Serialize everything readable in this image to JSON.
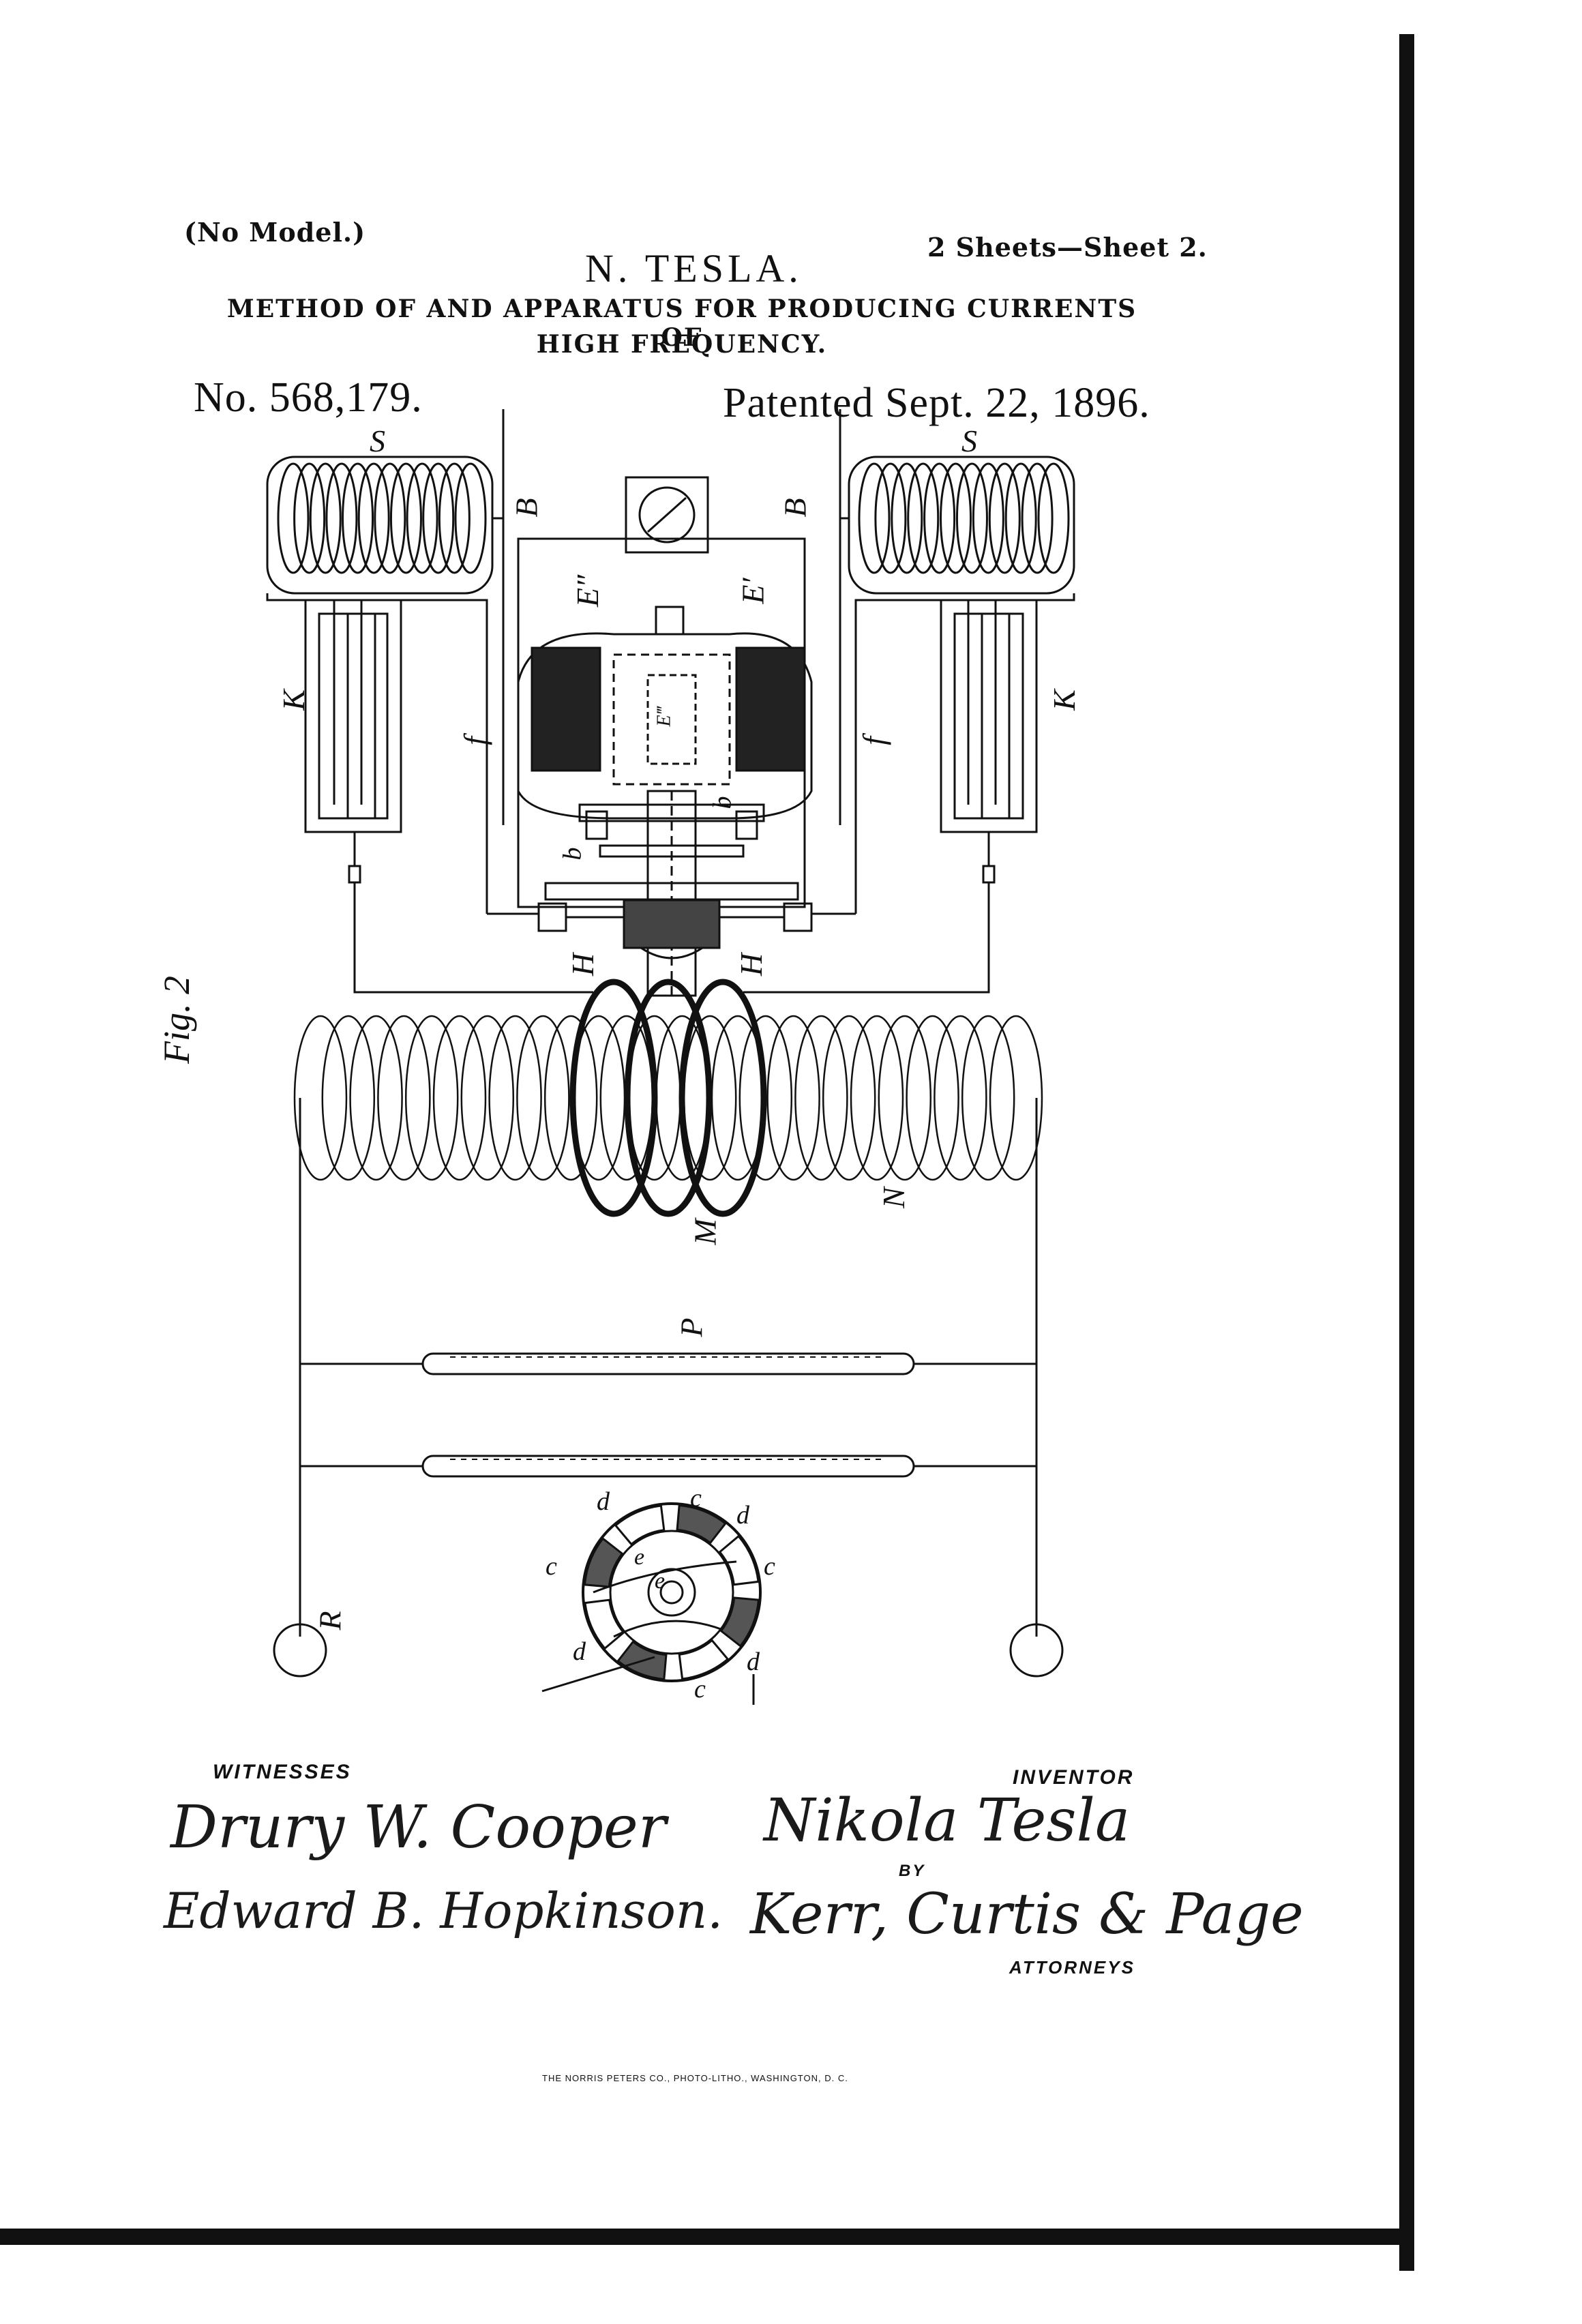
{
  "header": {
    "model_note": "(No Model.)",
    "sheets": "2 Sheets—Sheet 2.",
    "inventor_name": "N. TESLA.",
    "title_line1": "METHOD OF AND APPARATUS FOR PRODUCING CURRENTS OF",
    "title_line2": "HIGH FREQUENCY.",
    "patent_number": "No. 568,179.",
    "patent_date": "Patented Sept. 22, 1896."
  },
  "figure": {
    "fig_label": "Fig. 2",
    "labels": {
      "S": "S",
      "B": "B",
      "E_double": "E″",
      "E_prime": "E′",
      "E_triple": "E‴",
      "K": "K",
      "f": "f",
      "b": "b",
      "H": "H",
      "M": "M",
      "N": "N",
      "P": "P",
      "R": "R",
      "c": "c",
      "d": "d",
      "e": "e"
    }
  },
  "signatures": {
    "witnesses_label": "WITNESSES",
    "witness1": "Drury W. Cooper",
    "witness2": "Edward B. Hopkinson.",
    "inventor_label": "INVENTOR",
    "inventor_signature": "Nikola Tesla",
    "by_label": "BY",
    "attorneys_signature": "Kerr, Curtis & Page",
    "attorneys_label": "ATTORNEYS"
  },
  "imprint": "THE NORRIS PETERS CO., PHOTO-LITHO., WASHINGTON, D. C."
}
